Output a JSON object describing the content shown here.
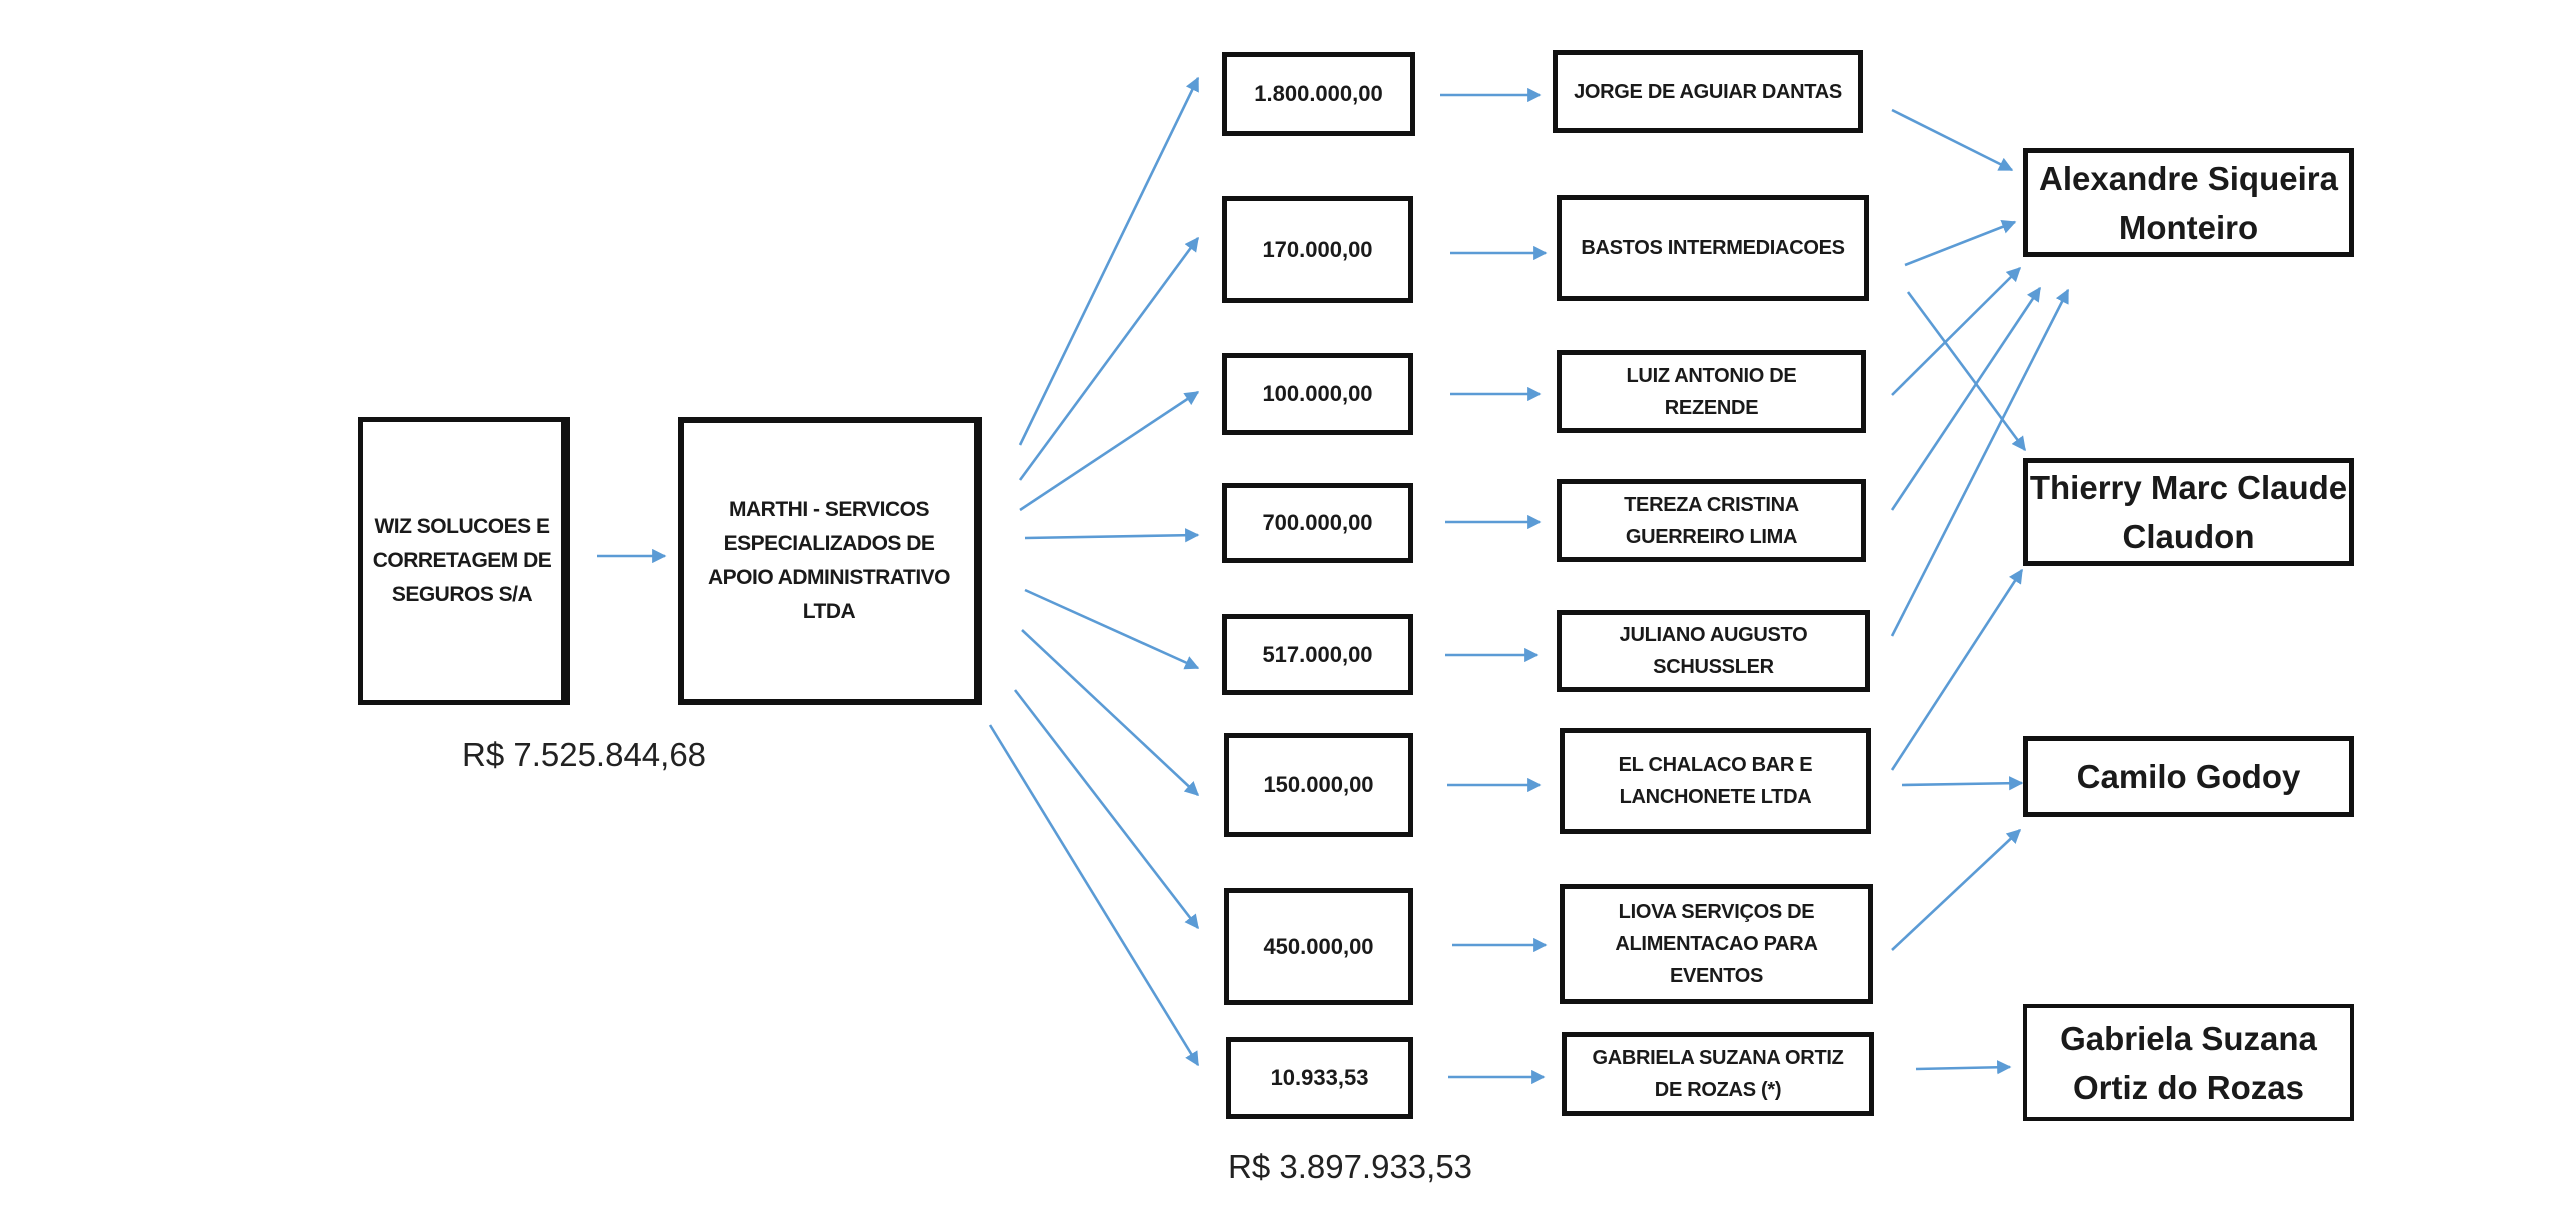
{
  "source_company": "WIZ SOLUCOES E CORRETAGEM DE SEGUROS S/A",
  "intermediary": "MARTHI - SERVICOS ESPECIALIZADOS DE APOIO ADMINISTRATIVO LTDA",
  "total_source": "R$ 7.525.844,68",
  "total_distributed": "R$ 3.897.933,53",
  "transfers": [
    {
      "amount": "1.800.000,00",
      "recipient": "JORGE DE AGUIAR DANTAS"
    },
    {
      "amount": "170.000,00",
      "recipient": "BASTOS INTERMEDIACOES"
    },
    {
      "amount": "100.000,00",
      "recipient": "LUIZ ANTONIO DE REZENDE"
    },
    {
      "amount": "700.000,00",
      "recipient": "TEREZA CRISTINA GUERREIRO LIMA"
    },
    {
      "amount": "517.000,00",
      "recipient": "JULIANO AUGUSTO SCHUSSLER"
    },
    {
      "amount": "150.000,00",
      "recipient": "EL CHALACO BAR E LANCHONETE LTDA"
    },
    {
      "amount": "450.000,00",
      "recipient": "LIOVA SERVIÇOS DE ALIMENTACAO PARA EVENTOS"
    },
    {
      "amount": "10.933,53",
      "recipient": "GABRIELA SUZANA ORTIZ DE ROZAS (*)"
    }
  ],
  "beneficiaries": [
    "Alexandre Siqueira Monteiro",
    "Thierry Marc Claude Claudon",
    "Camilo Godoy",
    "Gabriela Suzana Ortiz do Rozas"
  ],
  "colors": {
    "arrow": "#5b9bd5",
    "border": "#111111"
  }
}
